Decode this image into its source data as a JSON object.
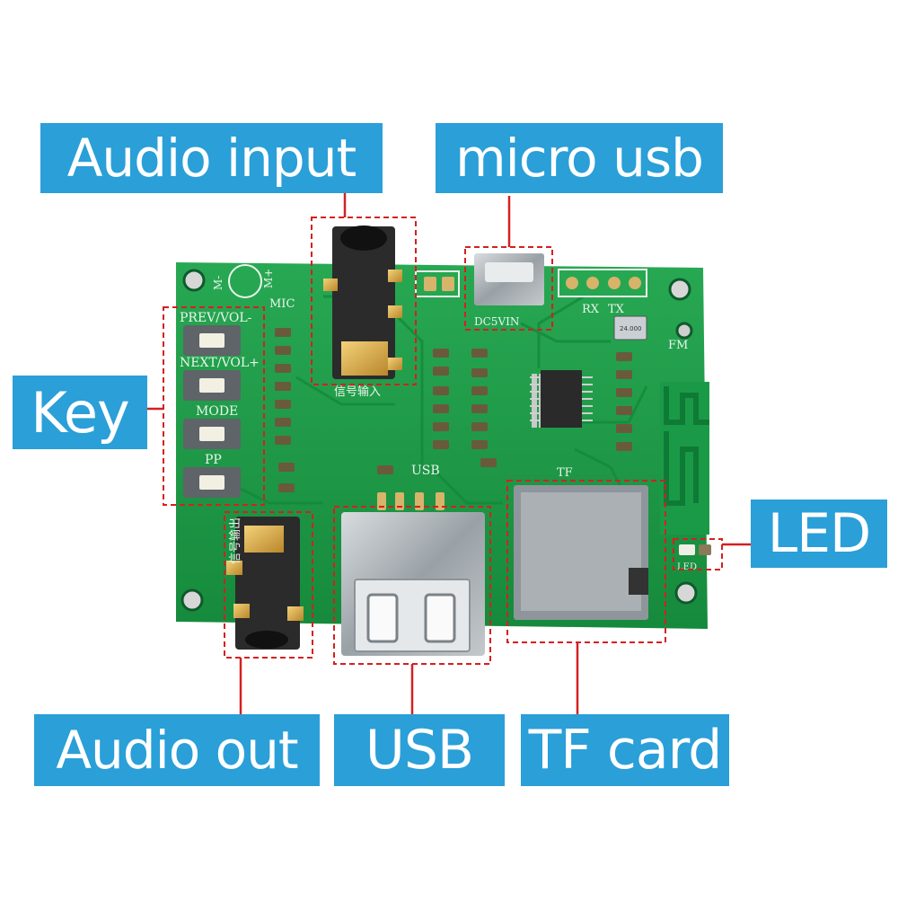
{
  "callouts": {
    "audio_input": "Audio input",
    "micro_usb": "micro usb",
    "key": "Key",
    "led": "LED",
    "audio_out": "Audio out",
    "usb": "USB",
    "tf_card": "TF card"
  },
  "silkscreen": {
    "mic": "MIC",
    "m_minus": "M-",
    "m_plus": "M+",
    "prev_vol": "PREV/VOL-",
    "next_vol": "NEXT/VOL+",
    "mode": "MODE",
    "pp": "PP",
    "usb": "USB",
    "tf": "TF",
    "fm": "FM",
    "rx": "RX",
    "tx": "TX",
    "dc5v": "DC5VIN",
    "signal_in": "信号输入",
    "signal_out": "信号输出",
    "led": "LED",
    "crystal": "24.000"
  },
  "colors": {
    "callout_blue": "#2a9fd8",
    "pcb_green": "#1f9a4a",
    "guide_red": "#d42020"
  }
}
